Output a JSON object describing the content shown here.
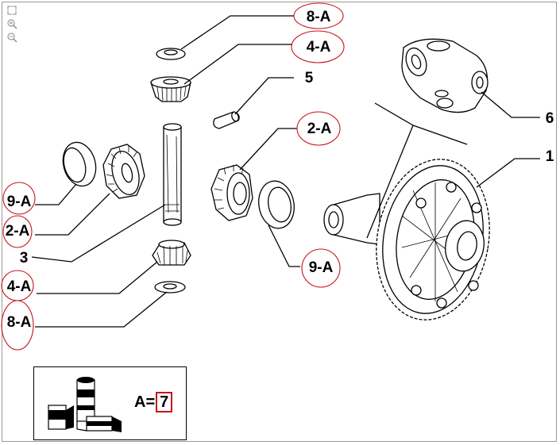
{
  "labels": {
    "l8a_top": "8-A",
    "l4a_top": "4-A",
    "l5": "5",
    "l2a_right": "2-A",
    "l6": "6",
    "l1": "1",
    "l9a_left": "9-A",
    "l2a_left": "2-A",
    "l3": "3",
    "l9a_right": "9-A",
    "l4a_bottom": "4-A",
    "l8a_bottom": "8-A"
  },
  "legend": {
    "prefix": "A=",
    "value": "7"
  },
  "colors": {
    "highlight": "#c8141e",
    "line": "#000000",
    "frame": "#9a9a9a"
  },
  "icons": {
    "toolbar": [
      "fit-page-icon",
      "zoom-in-icon",
      "zoom-out-icon"
    ],
    "legend": "lubricant-products-icon"
  }
}
